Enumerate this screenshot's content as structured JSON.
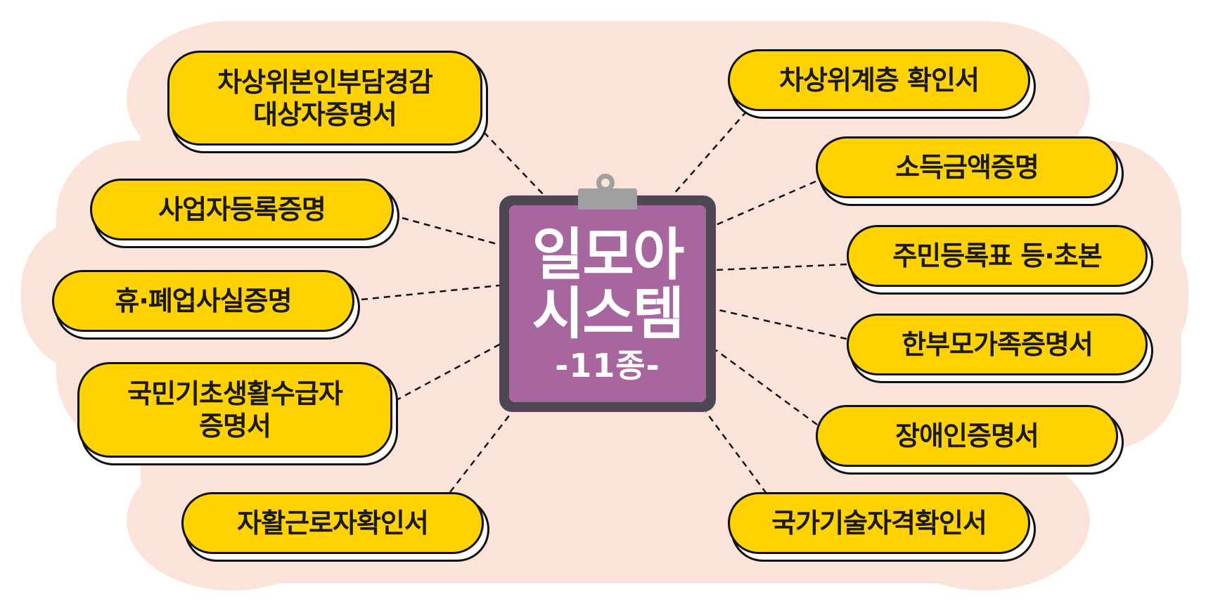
{
  "center": {
    "title": "일모아\n시스템",
    "subtitle": "-11종-"
  },
  "items": [
    {
      "label": "차상위본인부담경감\n대상자증명서"
    },
    {
      "label": "사업자등록증명"
    },
    {
      "label": "휴·폐업사실증명"
    },
    {
      "label": "국민기초생활수급자\n증명서"
    },
    {
      "label": "자활근로자확인서"
    },
    {
      "label": "차상위계층 확인서"
    },
    {
      "label": "소득금액증명"
    },
    {
      "label": "주민등록표 등·초본"
    },
    {
      "label": "한부모가족증명서"
    },
    {
      "label": "장애인증명서"
    },
    {
      "label": "국가기술자격확인서"
    }
  ],
  "colors": {
    "background_blob": "#FCE3D9",
    "pill_fill": "#FFD200",
    "board_frame": "#4F4854",
    "board_fill": "#A7679E",
    "clip": "#A0A0A0"
  }
}
